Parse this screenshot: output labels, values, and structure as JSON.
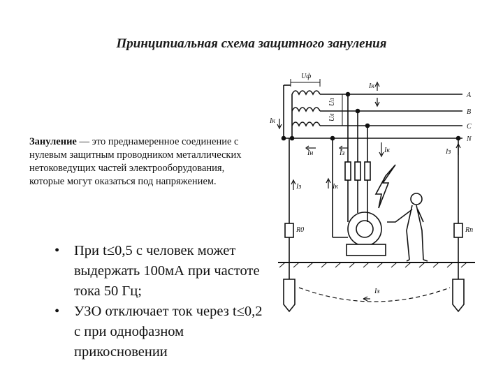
{
  "title": "Принципиальная схема защитного зануления",
  "definition": {
    "term": "Зануление",
    "text": " — это преднамеренное соединение с нулевым защитным проводником металлических нетоковедущих частей электрооборудования, которые могут оказаться под напряжением."
  },
  "bullets": [
    "При t≤0,5 с человек может выдержать 100мА при частоте тока 50 Гц;",
    "УЗО отключает ток через t≤0,2 с  при однофазном прикосновении"
  ],
  "diagram": {
    "labels": {
      "phase_voltage": "Uф",
      "line_voltage_1": "Uл",
      "line_voltage_2": "Uл",
      "phase_a": "A",
      "phase_b": "B",
      "phase_c": "C",
      "neutral": "N",
      "current_top": "Iк",
      "current_left": "Iк",
      "current_n1": "Iн",
      "current_n2": "Iз",
      "current_n3": "Iк",
      "current_right": "Iз",
      "current_ground_left": "Iз",
      "current_down": "Iк",
      "resistor_left": "R0",
      "resistor_right": "Rп",
      "current_earth": "Iз"
    }
  }
}
